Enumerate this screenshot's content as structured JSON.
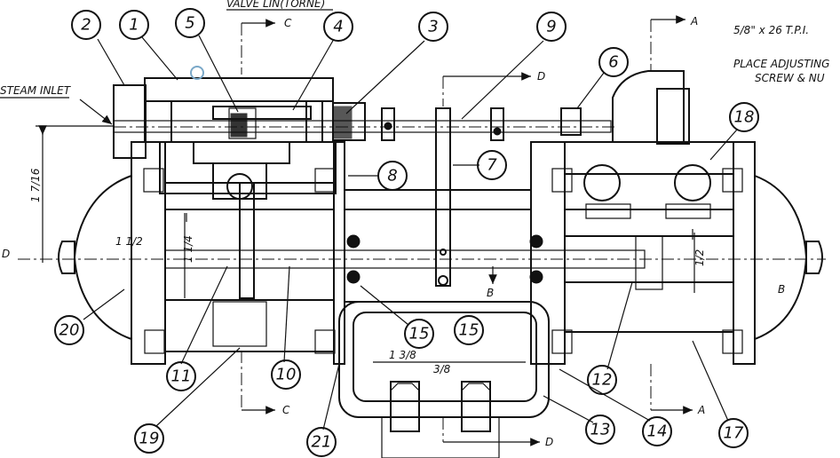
{
  "drawing": {
    "top_note": "VALVE LIN(TORNE)",
    "inlet_label": "STEAM INLET",
    "thread_spec": "5/8\" x 26 T.P.I.",
    "adjust_note_line1": "PLACE ADJUSTING",
    "adjust_note_line2": "SCREW & NU",
    "dim_left": "1 7/16",
    "dim_bore": "1 1/4",
    "dim_rod": "1/2",
    "dim_bottom": "1 3/8",
    "dim_bottom2": "3/8",
    "angle_mark": "1 1/2",
    "left_edge_label": "D"
  },
  "section_markers": {
    "top_c": "C",
    "bottom_c": "C",
    "top_d": "D",
    "bottom_d": "D",
    "top_a": "A",
    "bottom_a": "A",
    "mid_b": "B",
    "right_b": "B"
  },
  "part_numbers": {
    "p1": "1",
    "p2": "2",
    "p3": "3",
    "p4": "4",
    "p5": "5",
    "p6": "6",
    "p7": "7",
    "p8": "8",
    "p9": "9",
    "p10": "10",
    "p11": "11",
    "p12": "12",
    "p13": "13",
    "p14": "14",
    "p15a": "15",
    "p15b": "15",
    "p17": "17",
    "p18": "18",
    "p19": "19",
    "p20": "20",
    "p21": "21"
  }
}
